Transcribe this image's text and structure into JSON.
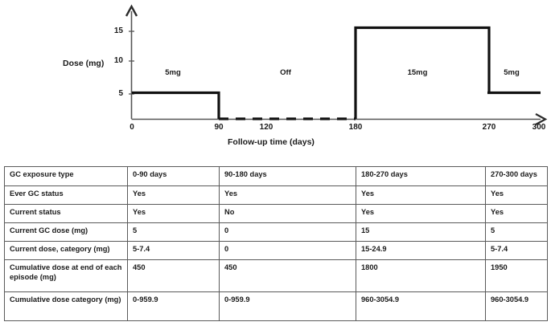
{
  "chart": {
    "y_axis_title": "Dose (mg)",
    "x_axis_title": "Follow-up time (days)",
    "y_ticks": [
      "15",
      "10",
      "5"
    ],
    "x_ticks": [
      "0",
      "90",
      "120",
      "180",
      "270",
      "300"
    ],
    "segment_labels": [
      "5mg",
      "Off",
      "15mg",
      "5mg"
    ],
    "line_color": "#000000",
    "axis_color": "#555555"
  },
  "chart_data": {
    "type": "line",
    "title": "",
    "xlabel": "Follow-up time (days)",
    "ylabel": "Dose (mg)",
    "xlim": [
      0,
      300
    ],
    "ylim": [
      0,
      17
    ],
    "xticks": [
      0,
      90,
      120,
      180,
      270,
      300
    ],
    "yticks": [
      5,
      10,
      15
    ],
    "grid": false,
    "legend": "none",
    "step_style": "post",
    "x": [
      0,
      90,
      90,
      180,
      180,
      270,
      270,
      300
    ],
    "y": [
      5,
      5,
      0,
      0,
      15,
      15,
      5,
      5
    ],
    "segments": [
      {
        "label": "5mg",
        "x_start": 0,
        "x_end": 90,
        "dose": 5,
        "style": "solid"
      },
      {
        "label": "Off",
        "x_start": 90,
        "x_end": 180,
        "dose": 0,
        "style": "dashed"
      },
      {
        "label": "15mg",
        "x_start": 180,
        "x_end": 270,
        "dose": 15,
        "style": "solid"
      },
      {
        "label": "5mg",
        "x_start": 270,
        "x_end": 300,
        "dose": 5,
        "style": "solid"
      }
    ]
  },
  "table": {
    "columns": [
      "GC exposure type",
      "0-90 days",
      "90-180 days",
      "180-270 days",
      "270-300 days"
    ],
    "rows": [
      {
        "label": "Ever GC status",
        "values": [
          "Yes",
          "Yes",
          "Yes",
          "Yes"
        ]
      },
      {
        "label": "Current status",
        "values": [
          "Yes",
          "No",
          "Yes",
          "Yes"
        ]
      },
      {
        "label": "Current GC dose (mg)",
        "values": [
          "5",
          "0",
          "15",
          "5"
        ]
      },
      {
        "label": "Current  dose, category (mg)",
        "values": [
          "5-7.4",
          "0",
          "15-24.9",
          "5-7.4"
        ]
      },
      {
        "label": "Cumulative dose at end of each episode (mg)",
        "values": [
          "450",
          "450",
          "1800",
          "1950"
        ]
      },
      {
        "label": "Cumulative dose category (mg)",
        "values": [
          "0-959.9",
          "0-959.9",
          "960-3054.9",
          "960-3054.9"
        ]
      }
    ]
  }
}
